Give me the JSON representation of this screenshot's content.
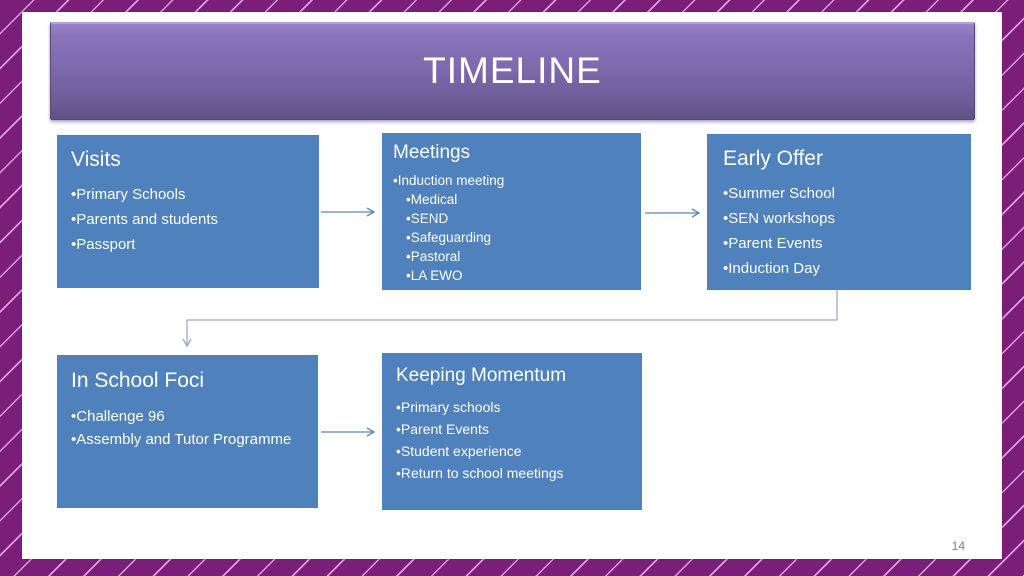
{
  "slide": {
    "title": "TIMELINE",
    "page_number": "14"
  },
  "boxes": {
    "visits": {
      "title": "Visits",
      "bullets": [
        "Primary Schools",
        "Parents and students",
        "Passport"
      ]
    },
    "meetings": {
      "title": "Meetings",
      "bullets": [
        "Induction meeting",
        "Medical",
        "SEND",
        "Safeguarding",
        "Pastoral",
        "LA EWO"
      ]
    },
    "early_offer": {
      "title": "Early Offer",
      "bullets": [
        "Summer School",
        "SEN workshops",
        "Parent Events",
        "Induction Day"
      ]
    },
    "in_school_foci": {
      "title": "In School Foci",
      "bullets": [
        "Challenge 96",
        "Assembly and Tutor Programme"
      ]
    },
    "keeping_momentum": {
      "title": "Keeping Momentum",
      "bullets": [
        "Primary schools",
        "Parent Events",
        "Student experience",
        "Return to school meetings"
      ]
    }
  },
  "connections": [
    {
      "from": "visits",
      "to": "meetings"
    },
    {
      "from": "meetings",
      "to": "early_offer"
    },
    {
      "from": "early_offer",
      "to": "in_school_foci"
    },
    {
      "from": "in_school_foci",
      "to": "keeping_momentum"
    }
  ],
  "colors": {
    "frame_purple": "#7b1e79",
    "frame_stripe": "#eeb7ee",
    "banner_gradient_top": "#9c83c9",
    "banner_gradient_bottom": "#5f5087",
    "box_blue": "#4f81bd",
    "arrow_blue": "#5b86b8",
    "connector_light_blue": "#93abcd",
    "text_white": "#ffffff",
    "page_number_gray": "#7f7f7f"
  }
}
